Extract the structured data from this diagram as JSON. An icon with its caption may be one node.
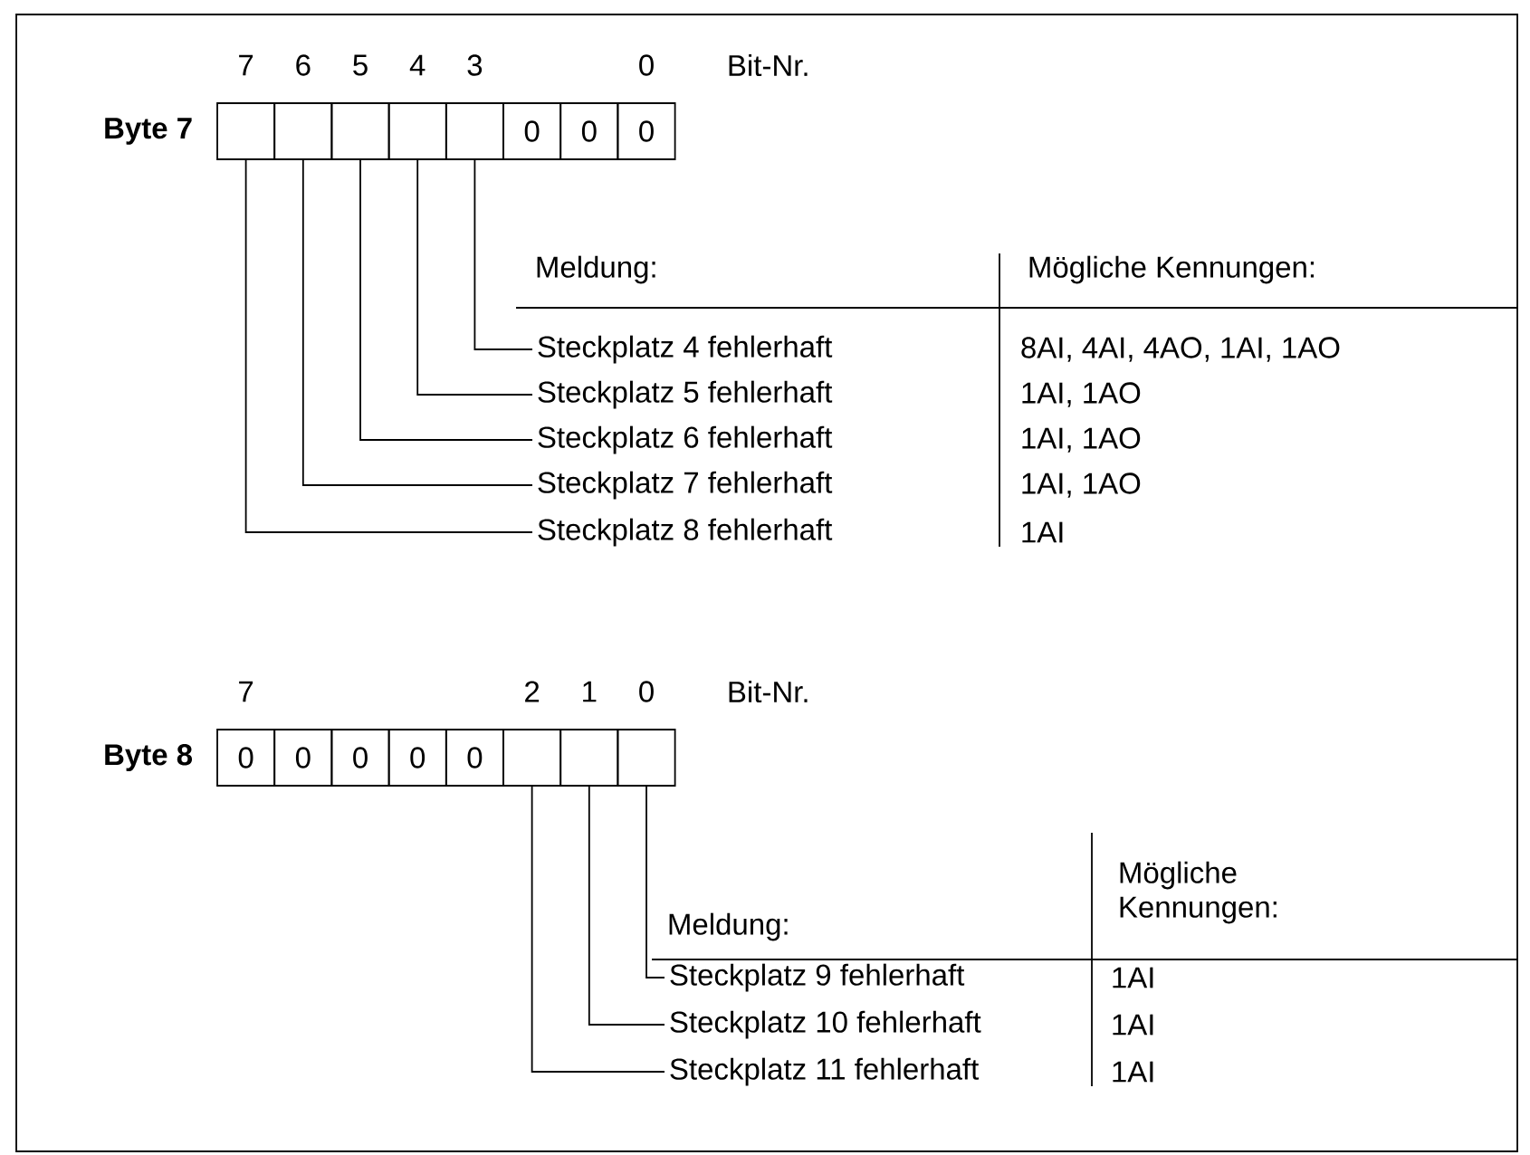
{
  "diagram": {
    "nodes": [
      {
        "text": [],
        "shape": "box"
      },
      {
        "text": [],
        "shape": "box"
      },
      {
        "text": [],
        "shape": "box"
      },
      {
        "text": [],
        "shape": "box"
      },
      {
        "text": [],
        "shape": "box"
      },
      {
        "text": [
          "0"
        ]
      },
      {
        "text": [
          "0"
        ]
      },
      {
        "text": [
          "0"
        ]
      },
      {
        "text": [
          "Steckplatz 4 fehlerhaft"
        ]
      },
      {
        "text": [
          "Steckplatz 5 fehlerhaft"
        ]
      },
      {
        "text": [
          "Steckplatz 6 fehlerhaft"
        ]
      },
      {
        "text": [
          "Steckplatz 7 fehlerhaft"
        ]
      },
      {
        "text": [
          "Steckplatz 8 fehlerhaft"
        ]
      },
      {
        "text": [
          "0"
        ]
      },
      {
        "text": [
          "0"
        ]
      },
      {
        "text": [
          "0"
        ]
      },
      {
        "text": [
          "0"
        ]
      },
      {
        "text": [
          "0"
        ]
      },
      {
        "text": [],
        "shape": "box"
      },
      {
        "text": [],
        "shape": "box"
      },
      {
        "text": [],
        "shape": "box"
      },
      {
        "text": [
          "Steckplatz 9 fehlerhaft"
        ]
      },
      {
        "text": [
          "Steckplatz 10 fehlerhaft"
        ]
      },
      {
        "text": [
          "Steckplatz 11 fehlerhaft"
        ]
      }
    ],
    "edges": [
      {
        "from": 8,
        "to": 4,
        "arrow": "none"
      },
      {
        "from": 9,
        "to": 3,
        "arrow": "none"
      },
      {
        "from": 10,
        "to": 2,
        "arrow": "none"
      },
      {
        "from": 11,
        "to": 1,
        "arrow": "none"
      },
      {
        "from": 12,
        "to": 0,
        "arrow": "none"
      },
      {
        "from": 21,
        "to": 20,
        "arrow": "none"
      },
      {
        "from": 22,
        "to": 19,
        "arrow": "none"
      },
      {
        "from": 23,
        "to": 18,
        "arrow": "none"
      }
    ],
    "labels": [
      "7",
      "6",
      "5",
      "4",
      "3",
      "0",
      "Bit-Nr.",
      "Byte 7",
      "Meldung:",
      "Mögliche Kennungen:",
      "8AI, 4AI, 4AO, 1AI, 1AO",
      "1AI, 1AO",
      "1AI, 1AO",
      "1AI, 1AO",
      "1AI",
      "7",
      "2",
      "1",
      "0",
      "Bit-Nr.",
      "Byte 8",
      "Mögliche Kennungen:",
      "Meldung:",
      "1AI",
      "1AI",
      "1AI"
    ]
  }
}
